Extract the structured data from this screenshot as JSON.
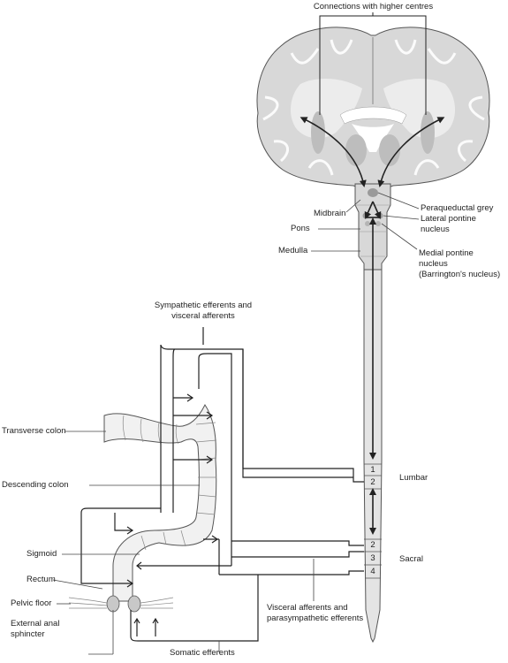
{
  "labels": {
    "higher_centres": "Connections with higher centres",
    "periaqueductal": "Peraqueductal grey",
    "lateral_pontine_1": "Lateral pontine",
    "lateral_pontine_2": "nucleus",
    "midbrain": "Midbrain",
    "pons": "Pons",
    "medulla": "Medulla",
    "medial_pontine_1": "Medial pontine",
    "medial_pontine_2": "nucleus",
    "medial_pontine_3": "(Barrington's nucleus)",
    "sympathetic_1": "Sympathetic efferents and",
    "sympathetic_2": "visceral afferents",
    "transverse_colon": "Transverse colon",
    "descending_colon": "Descending colon",
    "sigmoid": "Sigmoid",
    "rectum": "Rectum",
    "pelvic_floor": "Pelvic floor",
    "external_anal_1": "External anal",
    "external_anal_2": "sphincter",
    "lumbar": "Lumbar",
    "sacral": "Sacral",
    "visceral_para_1": "Visceral afferents and",
    "visceral_para_2": "parasympathetic efferents",
    "somatic": "Somatic efferents"
  },
  "segments": {
    "lumbar_1": "1",
    "lumbar_2": "2",
    "sacral_2": "2",
    "sacral_3": "3",
    "sacral_4": "4"
  },
  "colors": {
    "brain_fill": "#d8d8d8",
    "brain_dark": "#bdbdbd",
    "brain_light": "#ffffff",
    "line": "#222222",
    "cord_fill": "#e4e4e4",
    "colon_fill": "#f1f1f1"
  }
}
